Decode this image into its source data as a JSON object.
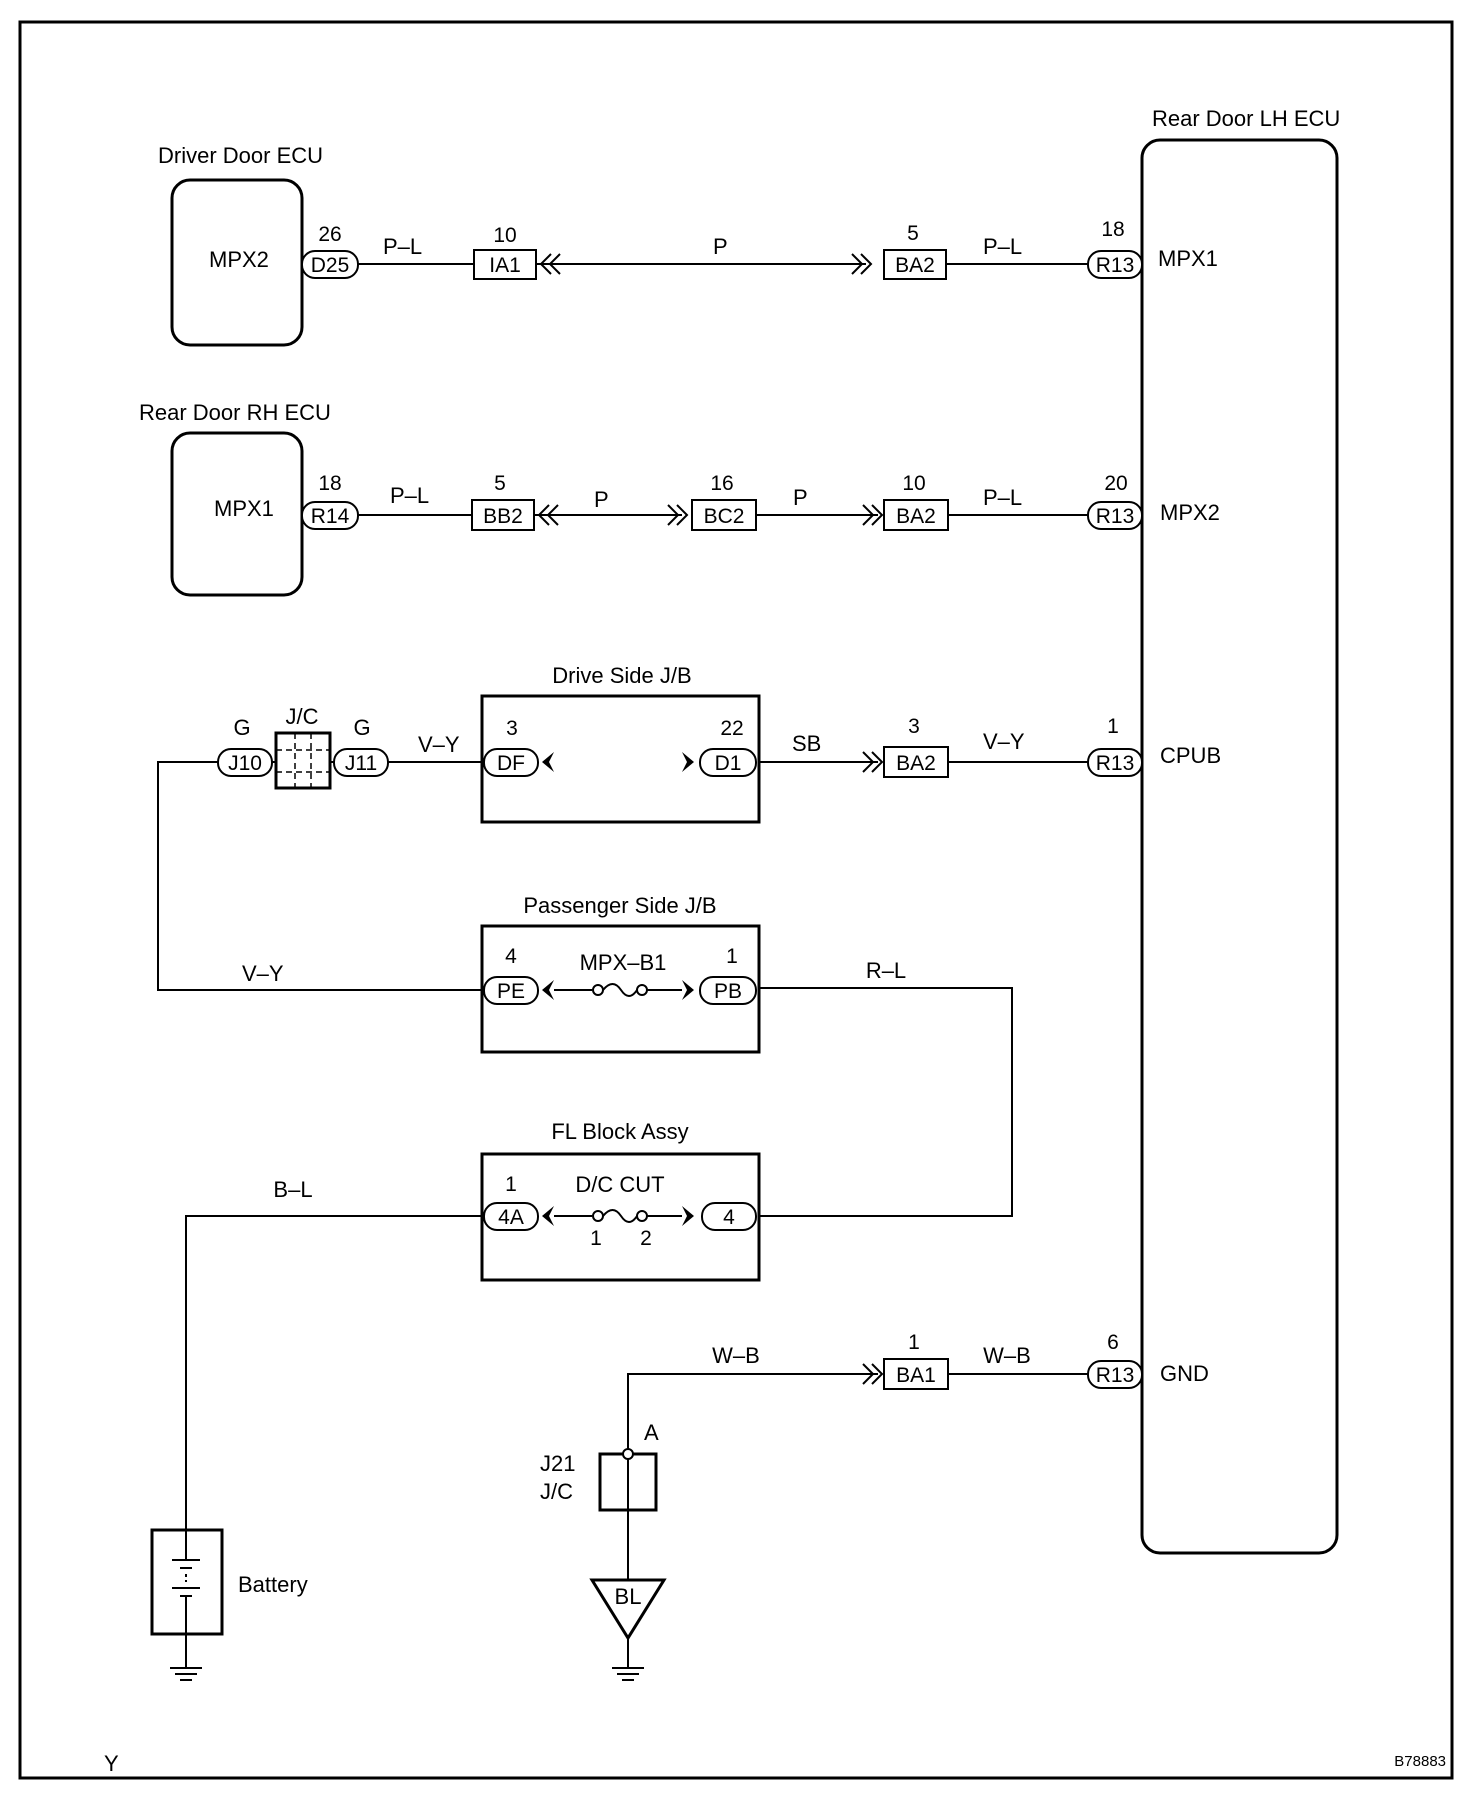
{
  "components": {
    "driver_door_ecu": {
      "title": "Driver Door ECU",
      "terminal": "MPX2"
    },
    "rear_door_rh_ecu": {
      "title": "Rear Door RH ECU",
      "terminal": "MPX1"
    },
    "rear_door_lh_ecu": {
      "title": "Rear Door LH ECU",
      "terminals": [
        "MPX1",
        "MPX2",
        "CPUB",
        "GND"
      ]
    },
    "drive_side_jb": {
      "title": "Drive Side J/B"
    },
    "passenger_side_jb": {
      "title": "Passenger Side J/B",
      "fuse": "MPX–B1"
    },
    "fl_block_assy": {
      "title": "FL Block Assy",
      "fuse": "D/C CUT",
      "fuse_pin_left": "1",
      "fuse_pin_right": "2"
    },
    "battery": {
      "label": "Battery"
    },
    "junction_jc": {
      "label": "J/C"
    },
    "junction_j21": {
      "label1": "J21",
      "label2": "J/C",
      "point": "A"
    },
    "ground_bl": {
      "label": "BL"
    }
  },
  "row1": {
    "d25": {
      "name": "D25",
      "pin": "26"
    },
    "wire1": "P–L",
    "ia1": {
      "name": "IA1",
      "pin": "10"
    },
    "wire2": "P",
    "ba2": {
      "name": "BA2",
      "pin": "5"
    },
    "wire3": "P–L",
    "r13": {
      "name": "R13",
      "pin": "18"
    }
  },
  "row2": {
    "r14": {
      "name": "R14",
      "pin": "18"
    },
    "wire1": "P–L",
    "bb2": {
      "name": "BB2",
      "pin": "5"
    },
    "wire2": "P",
    "bc2": {
      "name": "BC2",
      "pin": "16"
    },
    "wire3": "P",
    "ba2": {
      "name": "BA2",
      "pin": "10"
    },
    "wire4": "P–L",
    "r13": {
      "name": "R13",
      "pin": "20"
    }
  },
  "row3": {
    "j10": {
      "name": "J10",
      "wire": "G"
    },
    "j11": {
      "name": "J11",
      "wire": "G"
    },
    "wire1": "V–Y",
    "df": {
      "name": "DF",
      "pin": "3"
    },
    "d1": {
      "name": "D1",
      "pin": "22"
    },
    "wire2": "SB",
    "ba2": {
      "name": "BA2",
      "pin": "3"
    },
    "wire3": "V–Y",
    "r13": {
      "name": "R13",
      "pin": "1"
    }
  },
  "row4": {
    "wire_left": "V–Y",
    "pe": {
      "name": "PE",
      "pin": "4"
    },
    "pb": {
      "name": "PB",
      "pin": "1"
    },
    "wire_right": "R–L"
  },
  "row5": {
    "wire_left": "B–L",
    "c4a": {
      "name": "4A",
      "pin": "1"
    },
    "c4": {
      "name": "4"
    }
  },
  "row6": {
    "wire1": "W–B",
    "ba1": {
      "name": "BA1",
      "pin": "1"
    },
    "wire2": "W–B",
    "r13": {
      "name": "R13",
      "pin": "6"
    }
  },
  "footer": {
    "left": "Y",
    "right": "B78883"
  }
}
